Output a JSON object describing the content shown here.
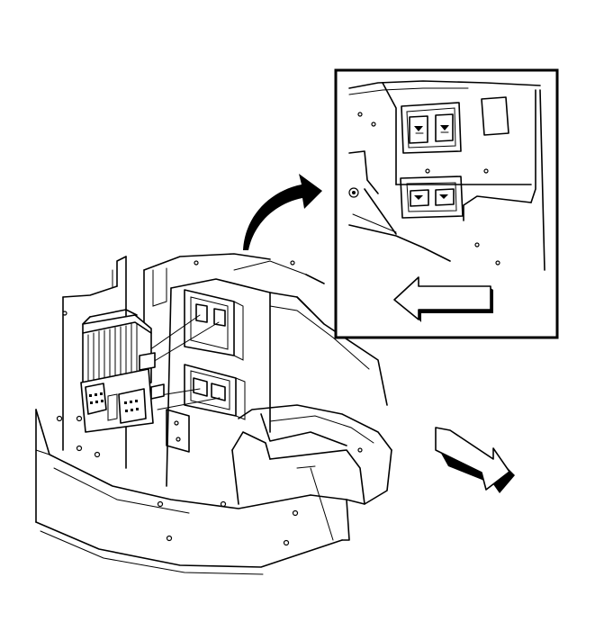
{
  "illustration": {
    "subject": "engine-control-module-mounting",
    "colors": {
      "line": "#000000",
      "background": "#ffffff"
    },
    "callouts": [
      {
        "name": "curved-arrow-icon",
        "meaning": "points-to-detail-view"
      },
      {
        "name": "detail-arrow-left-icon",
        "meaning": "direction-indicator"
      },
      {
        "name": "front-arrow-icon",
        "meaning": "vehicle-front-direction"
      }
    ]
  }
}
